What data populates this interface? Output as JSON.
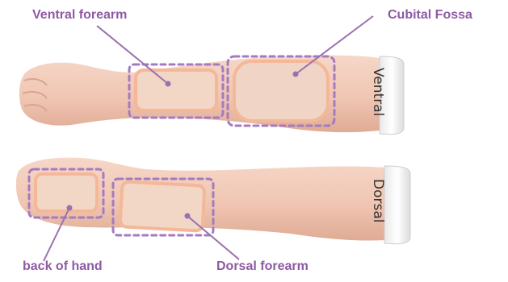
{
  "labels": {
    "ventral_forearm": "Ventral forearm",
    "cubital_fossa": "Cubital Fossa",
    "back_of_hand": "back of hand",
    "dorsal_forearm": "Dorsal forearm"
  },
  "side_labels": {
    "ventral": "Ventral",
    "dorsal": "Dorsal"
  },
  "colors": {
    "callout_text": "#8e5aa3",
    "leader_line": "#9b6fb0",
    "dashed_box": "#a47bc0",
    "skin": "#f2c9b8",
    "skin_shadow": "#dca894",
    "pad_fill": "#f3d2bf",
    "pad_rim": "#f6bfa0",
    "end_cap": "#f4f4f4"
  }
}
